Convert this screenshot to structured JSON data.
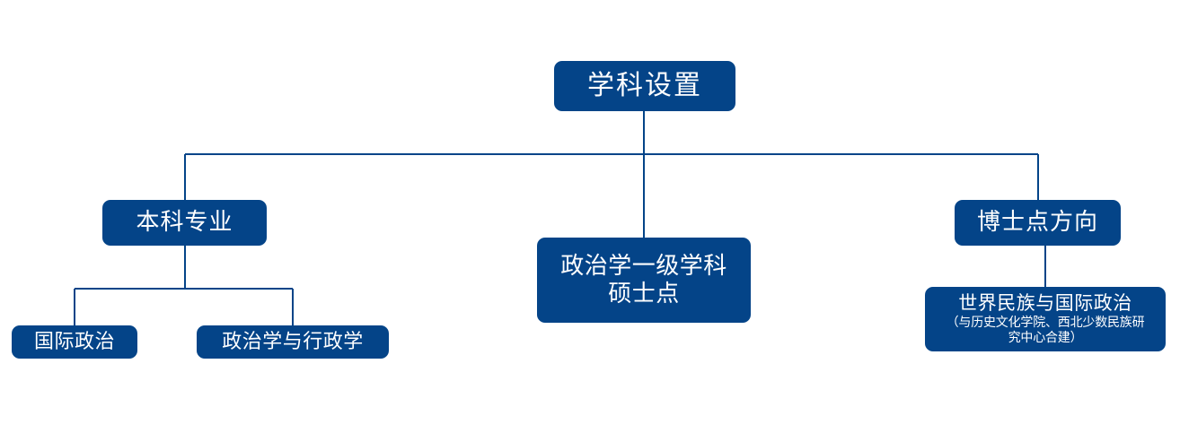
{
  "diagram": {
    "type": "organizational-tree",
    "title": "学科设置",
    "colors": {
      "node_fill": "#044488",
      "node_text": "#ffffff",
      "connector": "#044488",
      "background": "#ffffff"
    },
    "nodes": {
      "root": {
        "label": "学科设置"
      },
      "undergraduate": {
        "label": "本科专业"
      },
      "master": {
        "label": "政治学一级学科\n硕士点"
      },
      "doctoral": {
        "label": "博士点方向"
      },
      "international_politics": {
        "label": "国际政治"
      },
      "political_science_admin": {
        "label": "政治学与行政学"
      },
      "world_ethnic": {
        "label": "世界民族与国际政治",
        "note": "（与历史文化学院、西北少数民族研\n究中心合建）"
      }
    }
  }
}
